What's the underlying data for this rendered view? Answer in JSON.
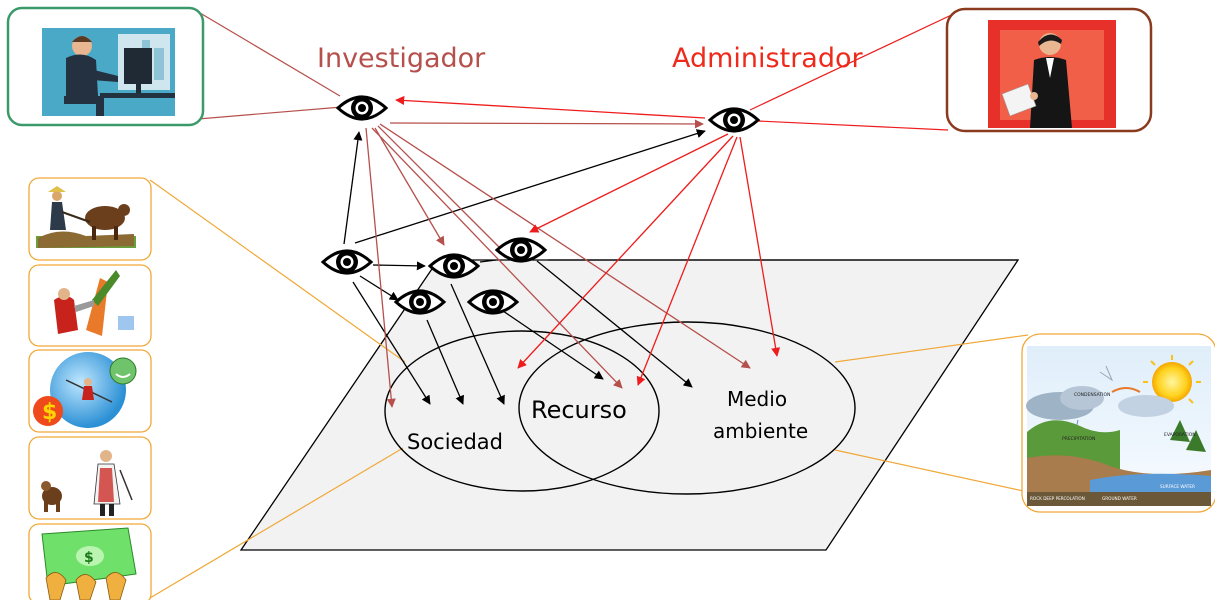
{
  "roles": {
    "investigador": {
      "label": "Investigador",
      "color": "#b5504c"
    },
    "administrador": {
      "label": "Administrador",
      "color": "#ee2a1c"
    }
  },
  "sets": {
    "sociedad": {
      "label": "Sociedad"
    },
    "recurso": {
      "label": "Recurso"
    },
    "medio_ambiente": {
      "line1": "Medio",
      "line2": "ambiente"
    }
  },
  "picture_frames": {
    "investigador_photo": "person-at-computer",
    "administrador_photo": "businessman-reading",
    "society_images": [
      "farmer-plowing-ox",
      "worker-chopping",
      "economy-globe-money",
      "monkey-and-scientist",
      "money-hands"
    ],
    "environment_image": "water-cycle",
    "environment_captions": [
      "CONDENSATION",
      "PRECIPITATION",
      "EVAPORATION",
      "ROCK DEEP PERCOLATION",
      "GROUND WATER",
      "SURFACE WATER"
    ]
  },
  "colors": {
    "plane_fill": "#f2f2f2",
    "orange_frame": "#f0a838",
    "green_frame": "#3c9a6a",
    "brown_frame": "#8a3a1e",
    "black_arrow": "#000000"
  }
}
